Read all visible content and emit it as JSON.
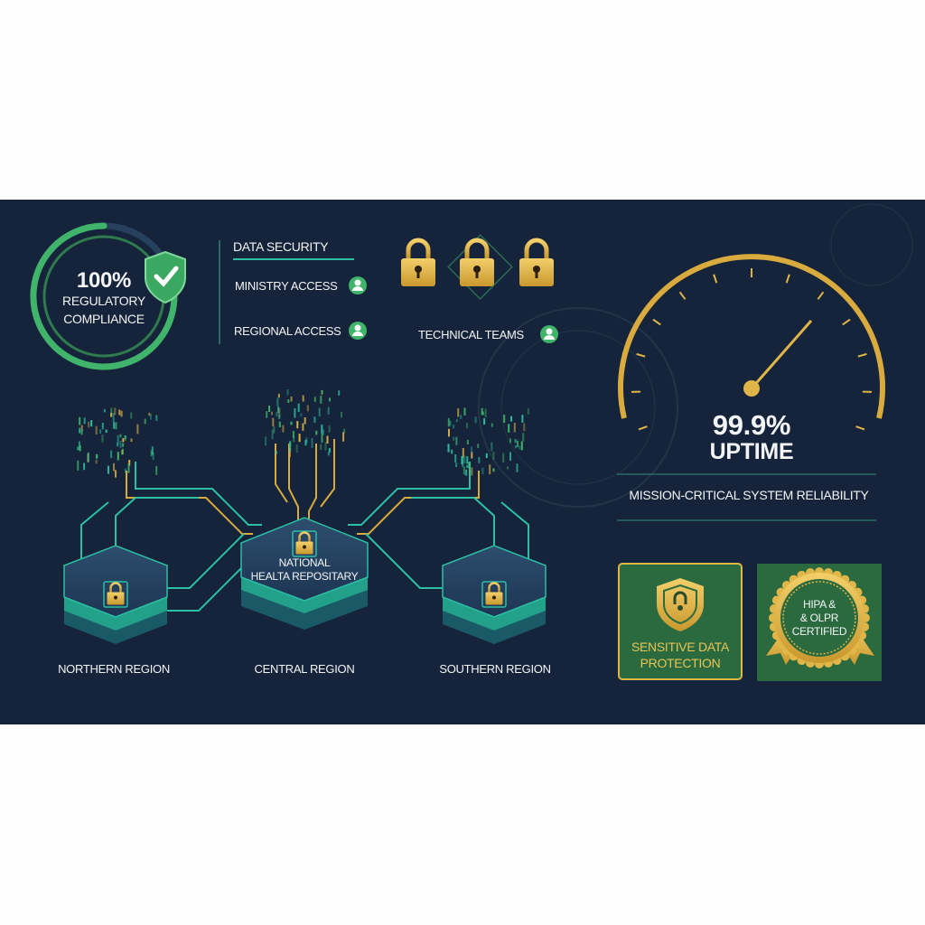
{
  "compliance": {
    "value": "100%",
    "line1": "REGULATORY",
    "line2": "COMPLIANCE",
    "progress_percent": 100
  },
  "access": {
    "heading": "DATA SECURITY",
    "items": [
      {
        "label": "MINISTRY ACCESS",
        "icon": "user-icon"
      },
      {
        "label": "REGIONAL ACCESS",
        "icon": "user-icon"
      },
      {
        "label": "TECHNICAL TEAMS",
        "icon": "user-icon"
      }
    ]
  },
  "locks": [
    "padlock-icon",
    "padlock-icon",
    "padlock-icon"
  ],
  "uptime": {
    "value": "99.9%",
    "label": "UPTIME",
    "caption": "MISSION-CRITICAL SYSTEM RELIABILITY"
  },
  "nodes": {
    "central_title_1": "NATIONAL",
    "central_title_2": "HEALTA REPOSITARY",
    "regions": [
      "NORTHERN REGION",
      "CENTRAL REGION",
      "SOUTHERN REGION"
    ]
  },
  "badges": {
    "sensitive_1": "SENSITIVE DATA",
    "sensitive_2": "PROTECTION",
    "cert_1": "HIPA &",
    "cert_2": "& OLPR",
    "cert_3": "CERTIFIED"
  },
  "colors": {
    "background": "#15243a",
    "green": "#3fb46a",
    "gold": "#e0b648",
    "teal": "#2bbfa4",
    "badge_green": "#2a6a3e"
  }
}
